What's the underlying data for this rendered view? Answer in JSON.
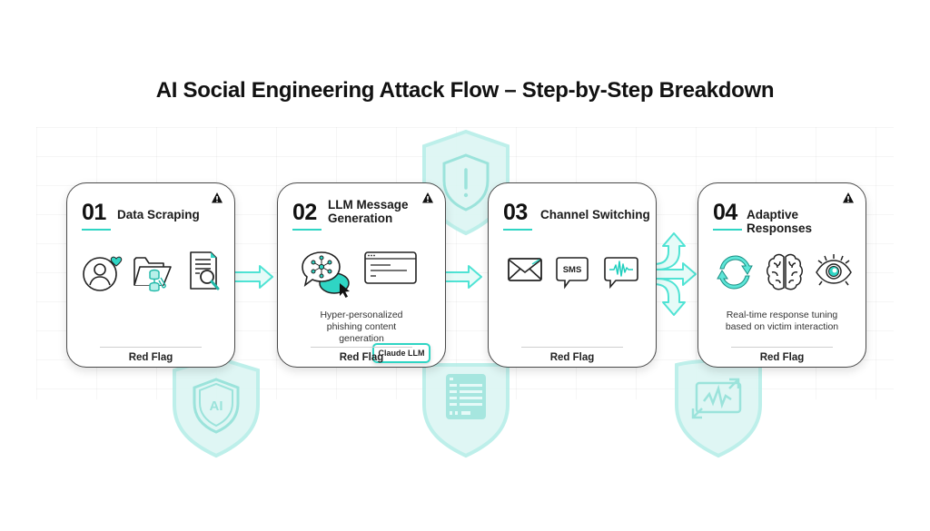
{
  "title": "AI Social Engineering Attack Flow – Step-by-Step Breakdown",
  "colors": {
    "accent": "#2fd5c4",
    "shield_fill": "#d9f6f3",
    "shield_stroke": "#a8ece5",
    "card_border": "#4a4a4a",
    "text": "#111111"
  },
  "background_shields": [
    {
      "icon": "alert-icon",
      "label": "!"
    },
    {
      "icon": "ai-shield-icon",
      "label": "AI"
    },
    {
      "icon": "table-icon",
      "label": ""
    },
    {
      "icon": "signal-monitor-icon",
      "label": ""
    }
  ],
  "steps": [
    {
      "number": "01",
      "title": "Data Scraping",
      "icons": [
        "user-profile-heart-icon",
        "folder-database-icon",
        "document-search-icon"
      ],
      "description": "",
      "flag": "Red Flag",
      "has_warning": true
    },
    {
      "number": "02",
      "title": "LLM Message Generation",
      "icons": [
        "chat-network-icon",
        "browser-window-icon"
      ],
      "badge": "Claude LLM",
      "description": "Hyper-personalized phishing content generation",
      "flag": "Red Flag",
      "has_warning": true
    },
    {
      "number": "03",
      "title": "Channel Switching",
      "icons": [
        "email-icon",
        "sms-icon",
        "voice-message-icon"
      ],
      "sms_label": "SMS",
      "description": "",
      "flag": "Red Flag",
      "has_warning": false
    },
    {
      "number": "04",
      "title": "Adaptive Responses",
      "icons": [
        "refresh-cycle-icon",
        "brain-icon",
        "eye-icon"
      ],
      "description": "Real-time response tuning based on victim interaction",
      "flag": "Red Flag",
      "has_warning": true
    }
  ]
}
